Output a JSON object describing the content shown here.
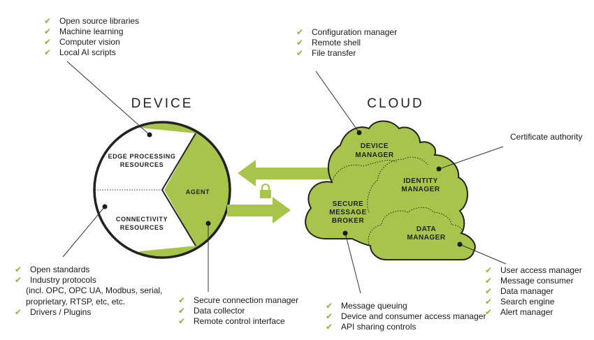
{
  "headings": {
    "device": "DEVICE",
    "cloud": "CLOUD"
  },
  "device": {
    "edge_processing": [
      "EDGE PROCESSING",
      "RESOURCES"
    ],
    "connectivity": [
      "CONNECTIVITY",
      "RESOURCES"
    ],
    "agent": "AGENT"
  },
  "cloud": {
    "device_manager": [
      "DEVICE",
      "MANAGER"
    ],
    "identity_manager": [
      "IDENTITY",
      "MANAGER"
    ],
    "secure_message_broker": [
      "SECURE",
      "MESSAGE",
      "BROKER"
    ],
    "data_manager": [
      "DATA",
      "MANAGER"
    ]
  },
  "lists": {
    "edge": [
      "Open source libraries",
      "Machine learning",
      "Computer vision",
      "Local AI scripts"
    ],
    "device_manager": [
      "Configuration manager",
      "Remote shell",
      "File transfer"
    ],
    "certificate": "Certificate authority",
    "connectivity": [
      {
        "check": true,
        "text": "Open standards"
      },
      {
        "check": true,
        "text": "Industry protocols"
      },
      {
        "check": false,
        "text": "(incl. OPC, OPC UA, Modbus, serial,"
      },
      {
        "check": false,
        "text": "proprietary, RTSP, etc, etc."
      },
      {
        "check": true,
        "text": " Drivers / Plugins"
      }
    ],
    "agent": [
      "Secure connection manager",
      "Data collector",
      "Remote control interface"
    ],
    "broker": [
      "Message queuing",
      "Device and consumer access manager",
      "API sharing controls"
    ],
    "data_manager": [
      "User access manager",
      "Message consumer",
      "Data manager",
      "Search engine",
      "Alert manager"
    ]
  },
  "colors": {
    "accent": "#a6c54a",
    "check": "#8cb33a",
    "outline": "#222222",
    "text": "#1a1a1a"
  },
  "icons": {
    "check": "checkmark-icon",
    "lock": "lock-icon"
  }
}
